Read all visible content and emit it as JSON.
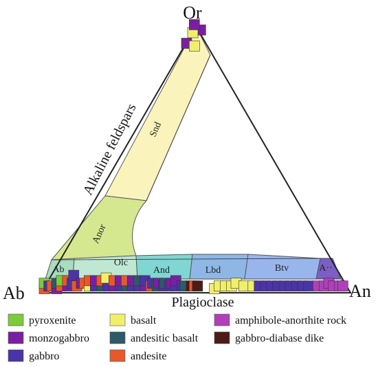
{
  "chart_data": {
    "type": "ternary",
    "vertices": {
      "top": "Or",
      "left": "Ab",
      "right": "An"
    },
    "axis_labels": {
      "left_edge": "Alkaline feldspars",
      "bottom_edge": "Plagioclase"
    },
    "fields": [
      {
        "name": "Snd",
        "color": "#faf4bc"
      },
      {
        "name": "Anor",
        "color": "#d5e890"
      },
      {
        "name": "Ab",
        "color": "#a9dcc0"
      },
      {
        "name": "Olc",
        "color": "#bfe8d4"
      },
      {
        "name": "And",
        "color": "#7fd6d2"
      },
      {
        "name": "Lbd",
        "color": "#8fb7e6"
      },
      {
        "name": "Btv",
        "color": "#99b6ec"
      },
      {
        "name": "A··",
        "color": "#7c5fc4"
      }
    ],
    "legend": [
      {
        "id": "pyroxenite",
        "label": "pyroxenite",
        "color": "#7dcb3a"
      },
      {
        "id": "monzogabbro",
        "label": "monzogabbro",
        "color": "#7a1fa2"
      },
      {
        "id": "gabbro",
        "label": "gabbro",
        "color": "#4b34a8"
      },
      {
        "id": "basalt",
        "label": "basalt",
        "color": "#f1ee6a"
      },
      {
        "id": "andesitic-basalt",
        "label": "andesitic basalt",
        "color": "#2d5a66"
      },
      {
        "id": "andesite",
        "label": "andesite",
        "color": "#e8582a"
      },
      {
        "id": "amphibole-anorthite-rock",
        "label": "amphibole-anorthite rock",
        "color": "#b13fba"
      },
      {
        "id": "gabbro-diabase-dike",
        "label": "gabbro-diabase dike",
        "color": "#4b1d16"
      }
    ],
    "points": [
      {
        "Ab": 0,
        "An": 3,
        "Or": 97,
        "rock": "monzogabbro"
      },
      {
        "Ab": 3,
        "An": 1,
        "Or": 96,
        "rock": "basalt"
      },
      {
        "Ab": 1,
        "An": 0,
        "Or": 99,
        "rock": "monzogabbro"
      },
      {
        "Ab": 7,
        "An": 1,
        "Or": 92,
        "rock": "monzogabbro"
      },
      {
        "Ab": 5,
        "An": 4,
        "Or": 91,
        "rock": "basalt"
      },
      {
        "Ab": 99,
        "An": 1,
        "Or": 0,
        "rock": "andesite"
      },
      {
        "Ab": 98,
        "An": 0,
        "Or": 2,
        "rock": "pyroxenite"
      },
      {
        "Ab": 97,
        "An": 2,
        "Or": 1,
        "rock": "gabbro"
      },
      {
        "Ab": 96,
        "An": 3,
        "Or": 1,
        "rock": "andesite"
      },
      {
        "Ab": 95,
        "An": 5,
        "Or": 0,
        "rock": "monzogabbro"
      },
      {
        "Ab": 94,
        "An": 4,
        "Or": 2,
        "rock": "andesitic basalt"
      },
      {
        "Ab": 93,
        "An": 6,
        "Or": 1,
        "rock": "andesite"
      },
      {
        "Ab": 92,
        "An": 5,
        "Or": 3,
        "rock": "pyroxenite"
      },
      {
        "Ab": 91,
        "An": 8,
        "Or": 1,
        "rock": "monzogabbro"
      },
      {
        "Ab": 90,
        "An": 7,
        "Or": 3,
        "rock": "andesite"
      },
      {
        "Ab": 89,
        "An": 9,
        "Or": 2,
        "rock": "gabbro"
      },
      {
        "Ab": 88,
        "An": 11,
        "Or": 1,
        "rock": "andesite"
      },
      {
        "Ab": 87,
        "An": 8,
        "Or": 5,
        "rock": "gabbro"
      },
      {
        "Ab": 86,
        "An": 12,
        "Or": 2,
        "rock": "monzogabbro"
      },
      {
        "Ab": 85,
        "An": 13,
        "Or": 2,
        "rock": "andesite"
      },
      {
        "Ab": 84,
        "An": 15,
        "Or": 1,
        "rock": "basalt"
      },
      {
        "Ab": 83,
        "An": 14,
        "Or": 3,
        "rock": "andesite"
      },
      {
        "Ab": 82,
        "An": 17,
        "Or": 1,
        "rock": "gabbro"
      },
      {
        "Ab": 81,
        "An": 16,
        "Or": 3,
        "rock": "monzogabbro"
      },
      {
        "Ab": 80,
        "An": 19,
        "Or": 1,
        "rock": "andesitic basalt"
      },
      {
        "Ab": 79,
        "An": 18,
        "Or": 3,
        "rock": "andesite"
      },
      {
        "Ab": 78,
        "An": 21,
        "Or": 1,
        "rock": "gabbro"
      },
      {
        "Ab": 77,
        "An": 19,
        "Or": 4,
        "rock": "basalt"
      },
      {
        "Ab": 76,
        "An": 23,
        "Or": 1,
        "rock": "monzogabbro"
      },
      {
        "Ab": 75,
        "An": 22,
        "Or": 3,
        "rock": "andesite"
      },
      {
        "Ab": 74,
        "An": 25,
        "Or": 1,
        "rock": "gabbro"
      },
      {
        "Ab": 73,
        "An": 24,
        "Or": 3,
        "rock": "monzogabbro"
      },
      {
        "Ab": 72,
        "An": 27,
        "Or": 1,
        "rock": "andesitic basalt"
      },
      {
        "Ab": 71,
        "An": 26,
        "Or": 3,
        "rock": "andesite"
      },
      {
        "Ab": 70,
        "An": 29,
        "Or": 1,
        "rock": "gabbro"
      },
      {
        "Ab": 69,
        "An": 28,
        "Or": 3,
        "rock": "monzogabbro"
      },
      {
        "Ab": 68,
        "An": 31,
        "Or": 1,
        "rock": "gabbro"
      },
      {
        "Ab": 67,
        "An": 30,
        "Or": 3,
        "rock": "andesitic basalt"
      },
      {
        "Ab": 66,
        "An": 33,
        "Or": 1,
        "rock": "monzogabbro"
      },
      {
        "Ab": 65,
        "An": 32,
        "Or": 3,
        "rock": "gabbro"
      },
      {
        "Ab": 64,
        "An": 35,
        "Or": 1,
        "rock": "andesite"
      },
      {
        "Ab": 63,
        "An": 35,
        "Or": 2,
        "rock": "gabbro"
      },
      {
        "Ab": 62,
        "An": 37,
        "Or": 1,
        "rock": "andesitic basalt"
      },
      {
        "Ab": 61,
        "An": 37,
        "Or": 2,
        "rock": "monzogabbro"
      },
      {
        "Ab": 60,
        "An": 39,
        "Or": 1,
        "rock": "gabbro"
      },
      {
        "Ab": 59,
        "An": 39,
        "Or": 2,
        "rock": "andesitic basalt"
      },
      {
        "Ab": 58,
        "An": 41,
        "Or": 1,
        "rock": "gabbro"
      },
      {
        "Ab": 57,
        "An": 41,
        "Or": 2,
        "rock": "monzogabbro"
      },
      {
        "Ab": 56,
        "An": 43,
        "Or": 1,
        "rock": "gabbro"
      },
      {
        "Ab": 55,
        "An": 42,
        "Or": 3,
        "rock": "monzogabbro"
      },
      {
        "Ab": 54,
        "An": 45,
        "Or": 1,
        "rock": "gabbro"
      },
      {
        "Ab": 53,
        "An": 46,
        "Or": 1,
        "rock": "andesitic basalt"
      },
      {
        "Ab": 51,
        "An": 48,
        "Or": 1,
        "rock": "gabbro-diabase dike"
      },
      {
        "Ab": 50,
        "An": 49,
        "Or": 1,
        "rock": "andesite"
      },
      {
        "Ab": 49,
        "An": 50,
        "Or": 1,
        "rock": "gabbro-diabase dike"
      },
      {
        "Ab": 44,
        "An": 56,
        "Or": 0,
        "rock": "basalt"
      },
      {
        "Ab": 42,
        "An": 57,
        "Or": 1,
        "rock": "basalt"
      },
      {
        "Ab": 40,
        "An": 59,
        "Or": 1,
        "rock": "basalt"
      },
      {
        "Ab": 38,
        "An": 61,
        "Or": 1,
        "rock": "basalt"
      },
      {
        "Ab": 36,
        "An": 62,
        "Or": 2,
        "rock": "basalt"
      },
      {
        "Ab": 34,
        "An": 65,
        "Or": 1,
        "rock": "basalt"
      },
      {
        "Ab": 31,
        "An": 68,
        "Or": 1,
        "rock": "basalt"
      },
      {
        "Ab": 29,
        "An": 70,
        "Or": 1,
        "rock": "gabbro"
      },
      {
        "Ab": 27,
        "An": 72,
        "Or": 1,
        "rock": "gabbro"
      },
      {
        "Ab": 25,
        "An": 74,
        "Or": 1,
        "rock": "gabbro"
      },
      {
        "Ab": 23,
        "An": 76,
        "Or": 1,
        "rock": "gabbro"
      },
      {
        "Ab": 21,
        "An": 78,
        "Or": 1,
        "rock": "gabbro"
      },
      {
        "Ab": 19,
        "An": 80,
        "Or": 1,
        "rock": "gabbro"
      },
      {
        "Ab": 17,
        "An": 82,
        "Or": 1,
        "rock": "gabbro"
      },
      {
        "Ab": 15,
        "An": 84,
        "Or": 1,
        "rock": "gabbro"
      },
      {
        "Ab": 13,
        "An": 86,
        "Or": 1,
        "rock": "gabbro"
      },
      {
        "Ab": 10,
        "An": 89,
        "Or": 1,
        "rock": "amphibole-anorthite rock"
      },
      {
        "Ab": 8,
        "An": 91,
        "Or": 1,
        "rock": "amphibole-anorthite rock"
      },
      {
        "Ab": 6,
        "An": 92,
        "Or": 2,
        "rock": "amphibole-anorthite rock"
      },
      {
        "Ab": 5,
        "An": 94,
        "Or": 1,
        "rock": "amphibole-anorthite rock"
      },
      {
        "Ab": 3,
        "An": 96,
        "Or": 1,
        "rock": "amphibole-anorthite rock"
      },
      {
        "Ab": 2,
        "An": 97,
        "Or": 1,
        "rock": "amphibole-anorthite rock"
      }
    ]
  }
}
